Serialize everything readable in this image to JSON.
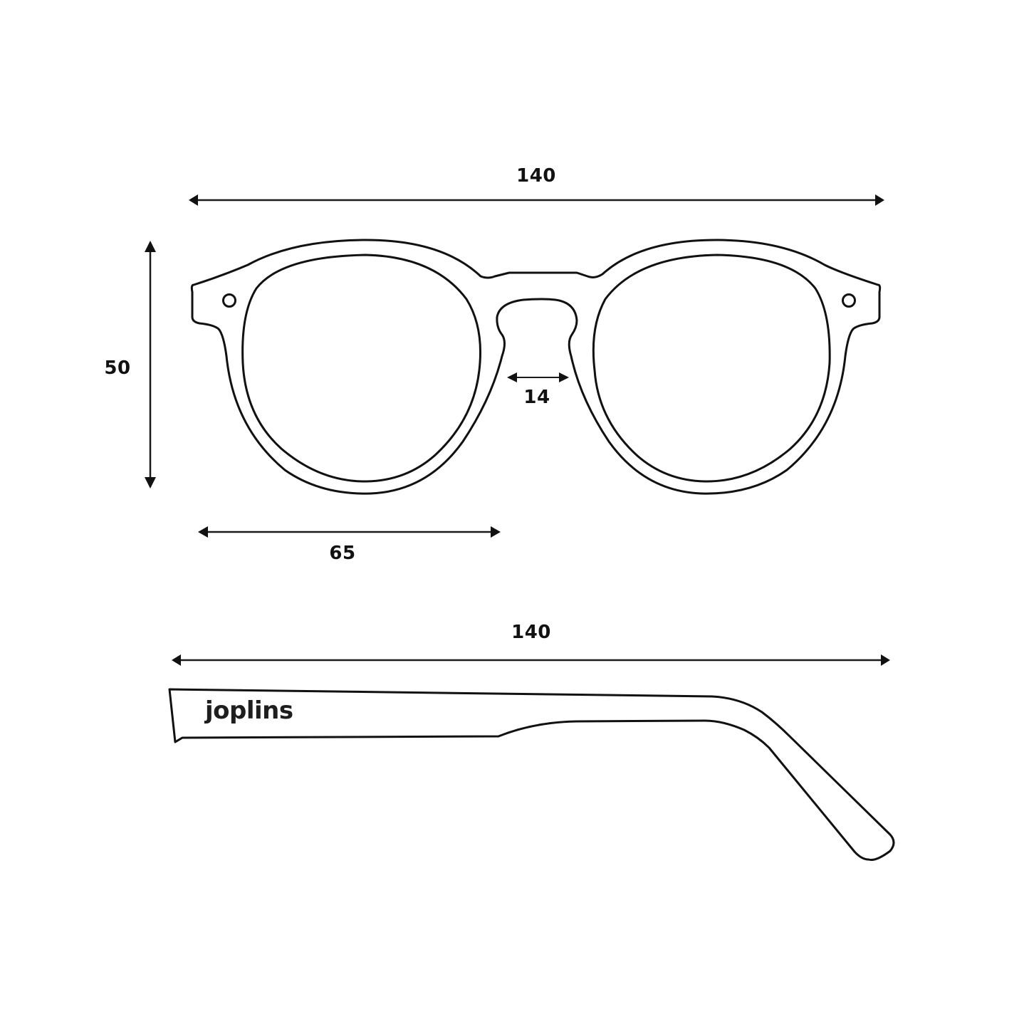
{
  "diagram": {
    "subject": "eyeglasses frame technical dimensions",
    "units": "mm",
    "stroke_color": "#111111",
    "background": "#ffffff"
  },
  "front_view": {
    "total_width_label": "140",
    "lens_height_label": "50",
    "lens_width_label": "65",
    "bridge_width_label": "14"
  },
  "side_view": {
    "temple_length_label": "140",
    "brand_logo_text": "joplins"
  }
}
